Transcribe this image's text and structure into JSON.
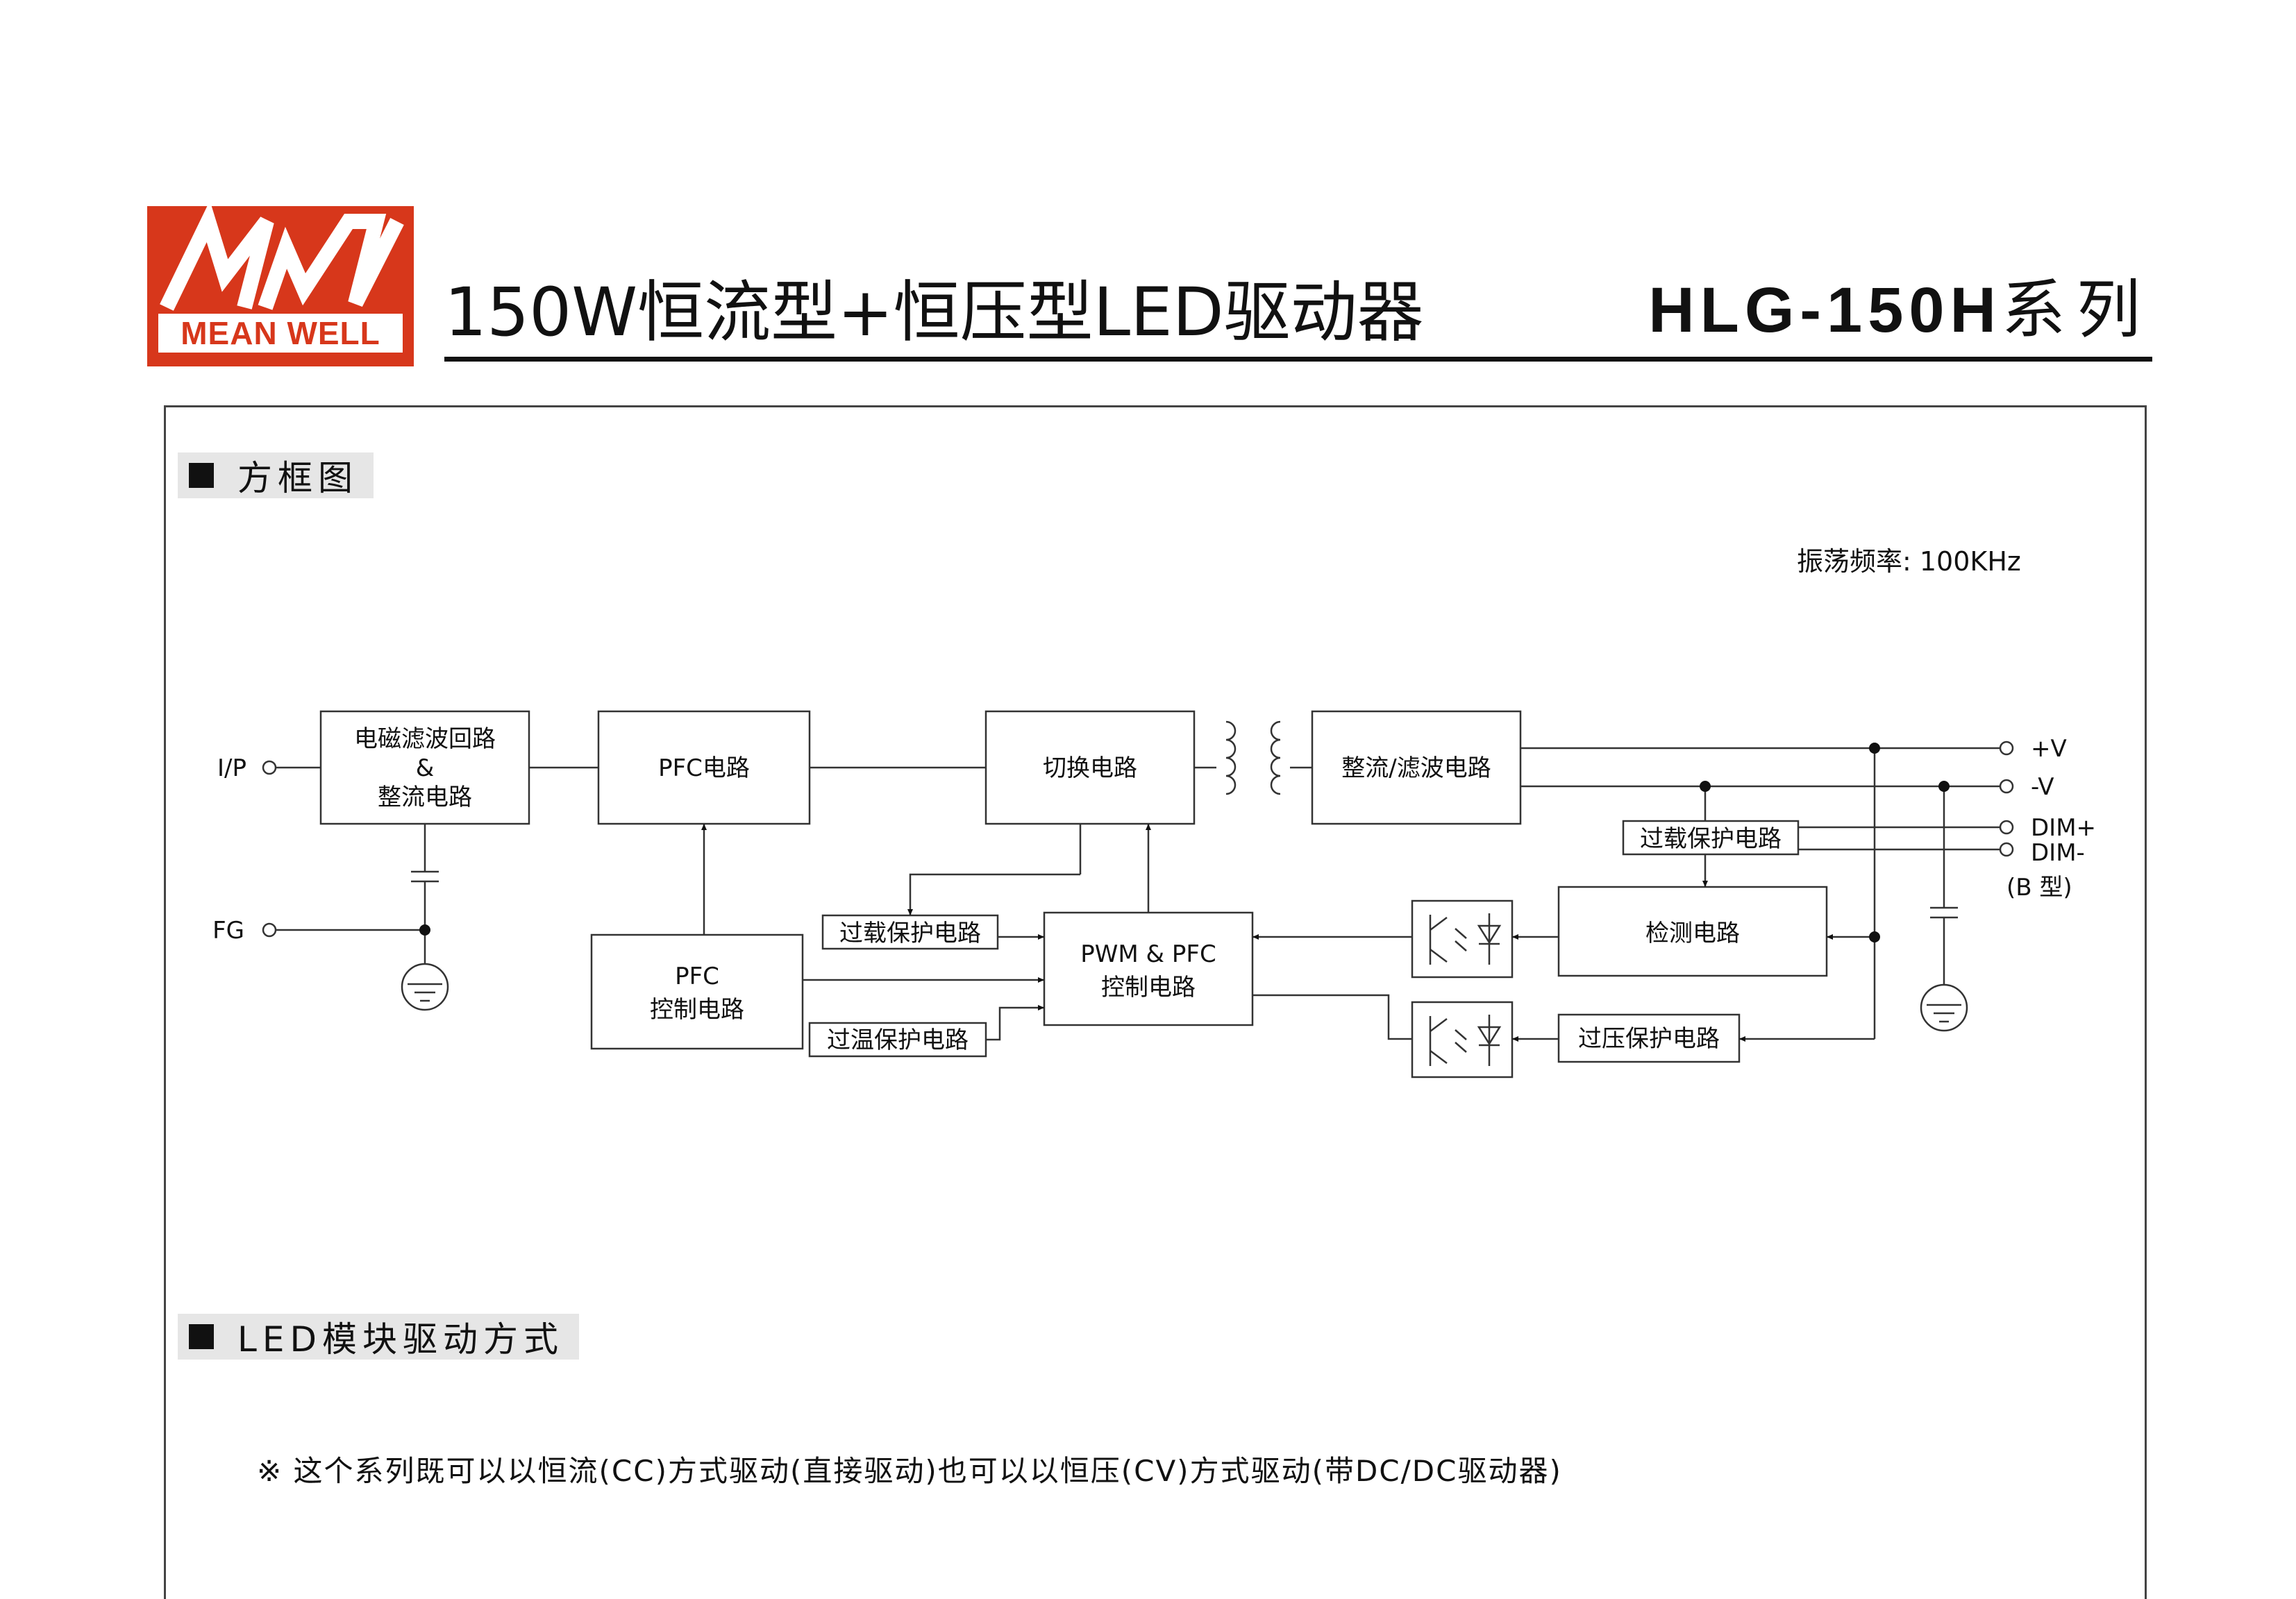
{
  "header": {
    "logo_text": "MEAN WELL",
    "title": "150W恒流型+恒压型LED驱动器",
    "series_model": "HLG-150H",
    "series_suffix": "系列",
    "brand_color": "#d7371b"
  },
  "sections": {
    "block_diagram": "方框图",
    "led_drive": "LED模块驱动方式"
  },
  "block_diagram": {
    "oscillation": "振荡频率: 100KHz",
    "terminals": {
      "ip": "I/P",
      "fg": "FG",
      "vplus": "+V",
      "vminus": "-V",
      "dimplus": "DIM+",
      "dimminus": "DIM-",
      "btype": "(B 型)"
    },
    "blocks": {
      "emi_l1": "电磁滤波回路",
      "emi_l2": "&",
      "emi_l3": "整流电路",
      "pfc": "PFC电路",
      "switch": "切换电路",
      "rectifier": "整流/滤波电路",
      "olp_right": "过载保护电路",
      "olp_mid": "过载保护电路",
      "pfc_ctrl_l1": "PFC",
      "pfc_ctrl_l2": "控制电路",
      "pwm_l1": "PWM & PFC",
      "pwm_l2": "控制电路",
      "otp": "过温保护电路",
      "detect": "检测电路",
      "ovp": "过压保护电路"
    }
  },
  "note": "※ 这个系列既可以以恒流(CC)方式驱动(直接驱动)也可以以恒压(CV)方式驱动(带DC/DC驱动器)"
}
